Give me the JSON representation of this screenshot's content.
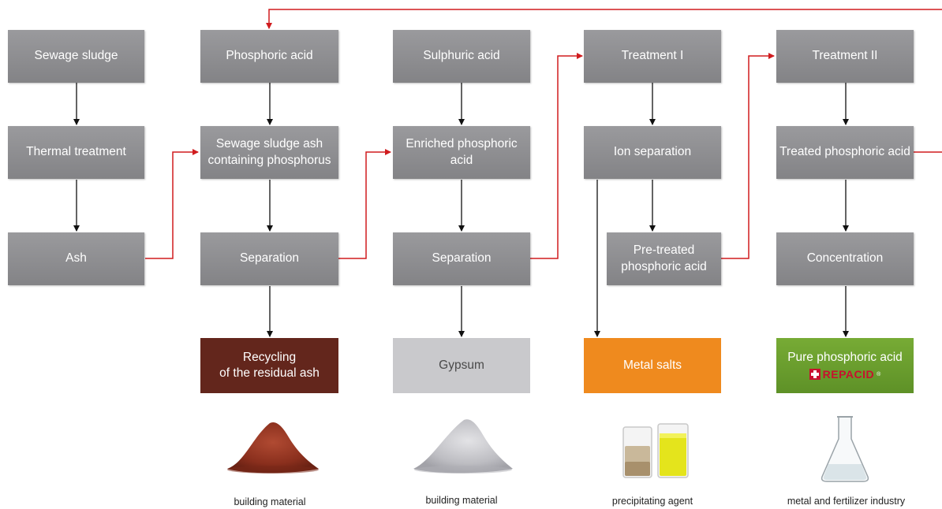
{
  "col1": {
    "sewage_sludge": "Sewage sludge",
    "thermal": "Thermal treatment",
    "ash": "Ash"
  },
  "col2": {
    "phosphoric_acid": "Phosphoric acid",
    "sludge_ash": "Sewage sludge ash\ncontaining phosphorus",
    "separation": "Separation",
    "recycling": "Recycling\nof the residual ash",
    "caption": "building material"
  },
  "col3": {
    "sulphuric_acid": "Sulphuric acid",
    "enriched": "Enriched phosphoric\nacid",
    "separation": "Separation",
    "gypsum": "Gypsum",
    "caption": "building material"
  },
  "col4": {
    "treatment": "Treatment I",
    "ion_sep": "Ion separation",
    "pretreated": "Pre-treated\nphosphoric acid",
    "metal_salts": "Metal salts",
    "caption": "precipitating agent"
  },
  "col5": {
    "treatment": "Treatment II",
    "treated": "Treated phosphoric acid",
    "concentration": "Concentration",
    "pure": "Pure phosphoric acid",
    "brand": "REPACID",
    "brand_mark": "®",
    "caption": "metal and fertilizer industry"
  },
  "colors": {
    "box_grey": "#8d8d90",
    "flow_red": "#d01c1f",
    "rust": "#63261c",
    "gypsum": "#c9c9cc",
    "orange": "#ef8a1e",
    "green": "#6a9d2e"
  }
}
